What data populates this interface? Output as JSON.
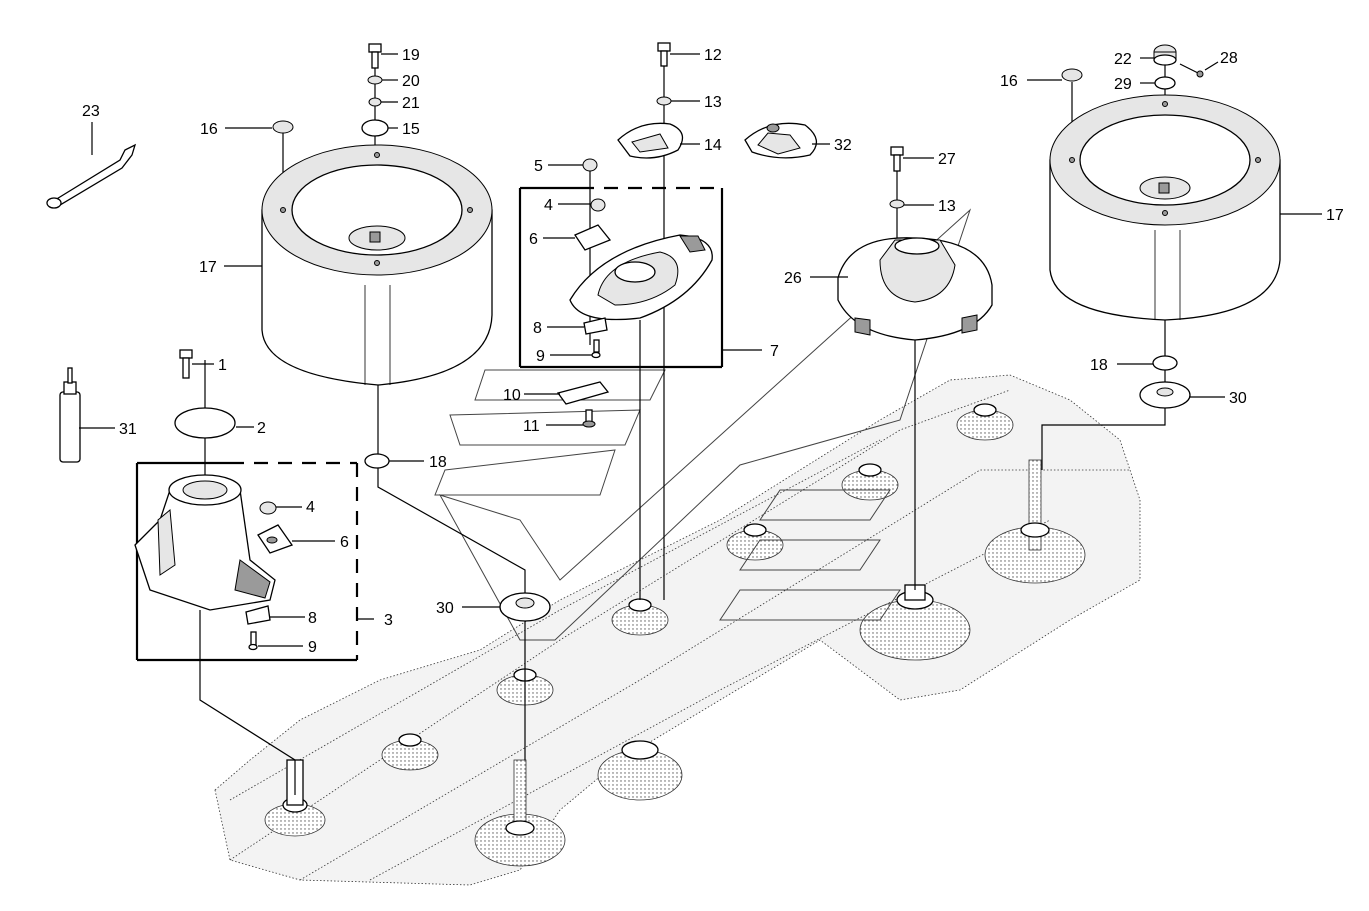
{
  "callouts": [
    {
      "id": "c1",
      "label": "1"
    },
    {
      "id": "c2",
      "label": "2"
    },
    {
      "id": "c3",
      "label": "3"
    },
    {
      "id": "c4a",
      "label": "4"
    },
    {
      "id": "c4b",
      "label": "4"
    },
    {
      "id": "c5",
      "label": "5"
    },
    {
      "id": "c6a",
      "label": "6"
    },
    {
      "id": "c6b",
      "label": "6"
    },
    {
      "id": "c7",
      "label": "7"
    },
    {
      "id": "c8a",
      "label": "8"
    },
    {
      "id": "c8b",
      "label": "8"
    },
    {
      "id": "c9a",
      "label": "9"
    },
    {
      "id": "c9b",
      "label": "9"
    },
    {
      "id": "c10",
      "label": "10"
    },
    {
      "id": "c11",
      "label": "11"
    },
    {
      "id": "c12",
      "label": "12"
    },
    {
      "id": "c13a",
      "label": "13"
    },
    {
      "id": "c13b",
      "label": "13"
    },
    {
      "id": "c14",
      "label": "14"
    },
    {
      "id": "c15",
      "label": "15"
    },
    {
      "id": "c16a",
      "label": "16"
    },
    {
      "id": "c16b",
      "label": "16"
    },
    {
      "id": "c17a",
      "label": "17"
    },
    {
      "id": "c17b",
      "label": "17"
    },
    {
      "id": "c18a",
      "label": "18"
    },
    {
      "id": "c18b",
      "label": "18"
    },
    {
      "id": "c19",
      "label": "19"
    },
    {
      "id": "c20",
      "label": "20"
    },
    {
      "id": "c21",
      "label": "21"
    },
    {
      "id": "c22",
      "label": "22"
    },
    {
      "id": "c23",
      "label": "23"
    },
    {
      "id": "c26",
      "label": "26"
    },
    {
      "id": "c27",
      "label": "27"
    },
    {
      "id": "c28",
      "label": "28"
    },
    {
      "id": "c29",
      "label": "29"
    },
    {
      "id": "c30a",
      "label": "30"
    },
    {
      "id": "c30b",
      "label": "30"
    },
    {
      "id": "c31",
      "label": "31"
    },
    {
      "id": "c32",
      "label": "32"
    }
  ],
  "colors": {
    "ink": "#000000",
    "background": "#ffffff",
    "shading": "#e6e6e6"
  }
}
